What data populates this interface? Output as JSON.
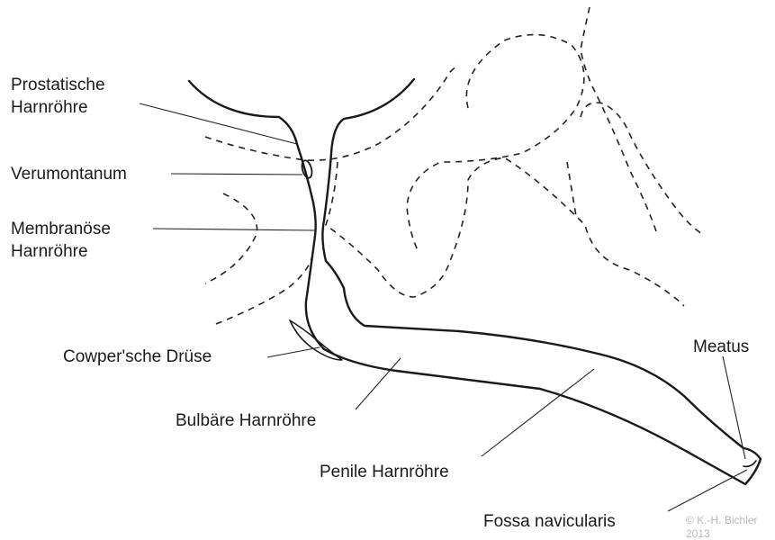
{
  "labels": {
    "prostatic_1": "Prostatische",
    "prostatic_2": "Harnröhre",
    "verumontanum": "Verumontanum",
    "membranous_1": "Membranöse",
    "membranous_2": "Harnröhre",
    "cowper": "Cowper'sche Drüse",
    "bulbar": "Bulbäre Harnröhre",
    "penile": "Penile Harnröhre",
    "meatus": "Meatus",
    "fossa": "Fossa navicularis"
  },
  "copyright": {
    "line1": "© K.-H. Bichler",
    "line2": "2013"
  }
}
